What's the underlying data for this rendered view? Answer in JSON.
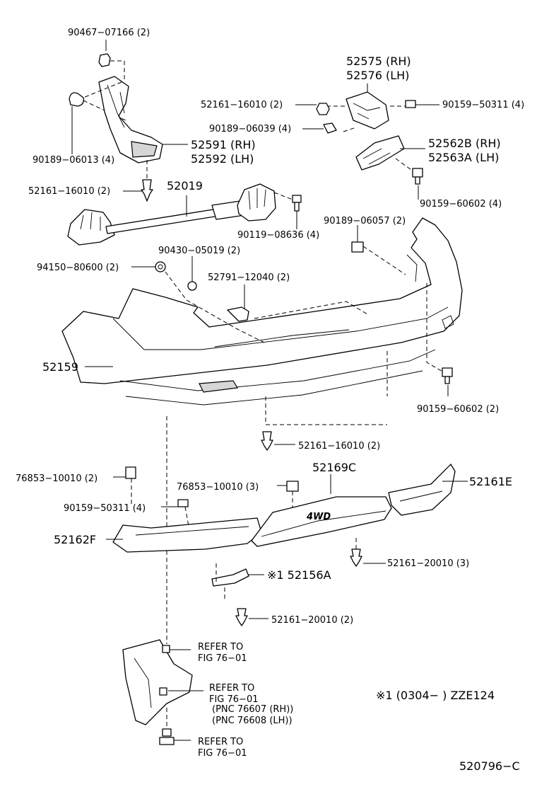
{
  "labels": {
    "l_90467": "90467−07166 (2)",
    "l_52575": "52575 (RH)",
    "l_52576": "52576 (LH)",
    "l_52161_a": "52161−16010 (2)",
    "l_90159_50311_a": "90159−50311 (4)",
    "l_90189_06039": "90189−06039 (4)",
    "l_52562": "52562B (RH)",
    "l_52563": "52563A (LH)",
    "l_90189_06013": "90189−06013 (4)",
    "l_52591": "52591 (RH)",
    "l_52592": "52592 (LH)",
    "l_52161_b": "52161−16010 (2)",
    "l_52019": "52019",
    "l_90159_60602_a": "90159−60602 (4)",
    "l_90189_06057": "90189−06057 (2)",
    "l_90119": "90119−08636 (4)",
    "l_90430": "90430−05019 (2)",
    "l_94150": "94150−80600 (2)",
    "l_52791": "52791−12040 (2)",
    "l_52159": "52159",
    "l_90159_60602_b": "90159−60602 (2)",
    "l_52161_c": "52161−16010 (2)",
    "l_52169c": "52169C",
    "l_76853_a": "76853−10010 (2)",
    "l_52161e": "52161E",
    "l_76853_b": "76853−10010 (3)",
    "l_90159_50311_b": "90159−50311 (4)",
    "l_52162f": "52162F",
    "l_52161_20010_a": "52161−20010 (3)",
    "l_52156a": "※1  52156A",
    "l_52161_20010_b": "52161−20010 (2)",
    "l_refer1_a": "REFER TO",
    "l_refer1_b": "FIG 76−01",
    "l_refer2_a": "REFER TO",
    "l_refer2_b": "FIG 76−01",
    "l_refer2_c": "(PNC 76607 (RH))",
    "l_refer2_d": "(PNC 76608 (LH))",
    "l_refer3_a": "REFER TO",
    "l_refer3_b": "FIG 76−01",
    "l_note": "※1 (0304−        ) ZZE124",
    "l_figno": "520796−C",
    "l_emblem": "4WD"
  }
}
